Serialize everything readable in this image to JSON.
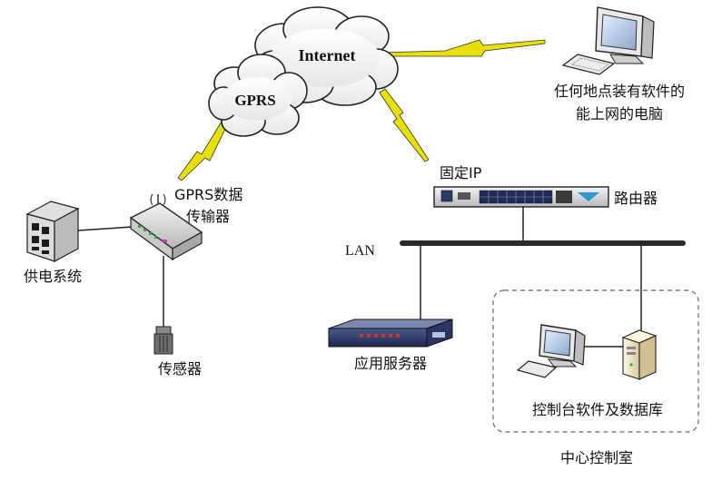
{
  "labels": {
    "internet": "Internet",
    "gprs": "GPRS",
    "any_pc_line1": "任何地点装有软件的",
    "any_pc_line2": "能上网的电脑",
    "fixed_ip": "固定IP",
    "router": "路由器",
    "lan": "LAN",
    "gprs_tx_line1": "GPRS数据",
    "gprs_tx_line2": "传输器",
    "power_system": "供电系统",
    "sensor": "传感器",
    "app_server": "应用服务器",
    "console_db": "控制台软件及数据库",
    "control_center": "中心控制室"
  },
  "colors": {
    "line": "#222222",
    "lightning": "#e8e000",
    "dashed_box": "#666666"
  }
}
